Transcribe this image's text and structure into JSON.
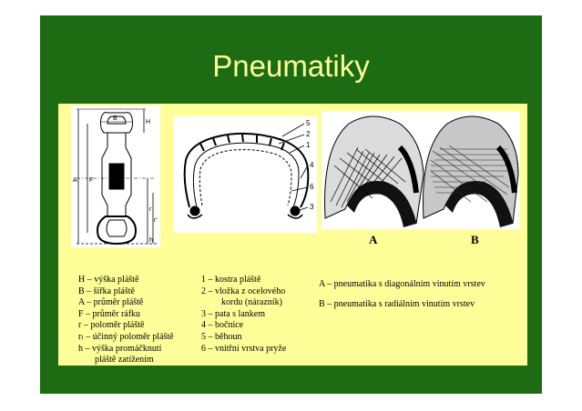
{
  "slide": {
    "title": "Pneumatiky",
    "colors": {
      "background": "#1d6c14",
      "panel": "#ffff99",
      "title": "#ffff99"
    }
  },
  "figure1": {
    "labels": {
      "H": "H",
      "B": "B",
      "A": "A",
      "F": "F",
      "r": "r",
      "rd": "r'",
      "h": "h"
    },
    "legend": [
      "H – výška pláště",
      "B – šířka pláště",
      "A – průměr pláště",
      "F – průměr ráfku",
      "r – poloměr pláště",
      "rₗ – účinný poloměr pláště",
      "h – výška promáčknutí",
      "pláště zatížením"
    ]
  },
  "figure2": {
    "callouts": [
      "5",
      "2",
      "1",
      "4",
      "6",
      "3"
    ],
    "legend": [
      "1 – kostra pláště",
      "2 – vložka z ocelového",
      "kordu (nárazník)",
      "3 – pata s lankem",
      "4 – bočnice",
      "5 – běhoun",
      "6 – vnitřní vrstva pryže"
    ]
  },
  "figure3": {
    "letter_a": "A",
    "letter_b": "B",
    "legend": [
      "A – pneumatika s diagonálním vinutím vrstev",
      "B – pneumatika s radiálním vinutím vrstev"
    ]
  }
}
